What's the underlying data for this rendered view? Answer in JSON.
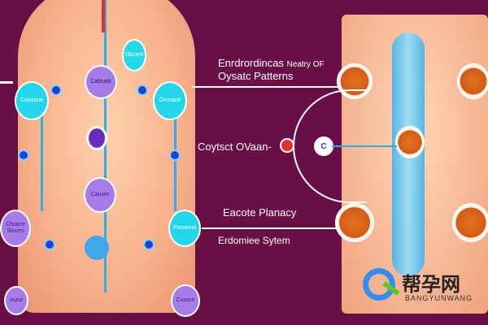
{
  "left_figure": {
    "labels": {
      "top_right": "Obcent",
      "chest_center": "Cabsatk",
      "left_shoulder": "Coatione",
      "right_shoulder": "Orcnaoit",
      "abdomen": "Causer",
      "left_hip": "Chrarre Sinces",
      "right_hip": "Poroenal",
      "bottom_left": "ourur",
      "bottom_right": "Cuoour"
    }
  },
  "center_text": {
    "title_line1": "Enrdrordincas",
    "title_line1_small": "Neatry OF",
    "title_line2": "Oysatc Patterns",
    "middle": "Coytsct OVaan-",
    "middle_circle": "C",
    "bottom_line1": "Eacote Planacy",
    "bottom_line2": "Erdomiee Sytem"
  },
  "watermark": {
    "chinese": "帮孕网",
    "latin": "BANGYUNWANG"
  },
  "colors": {
    "background": "#6a0f45",
    "cyan": "#22d6ec",
    "purple": "#a57ce8",
    "skin": "#f6b08a"
  }
}
